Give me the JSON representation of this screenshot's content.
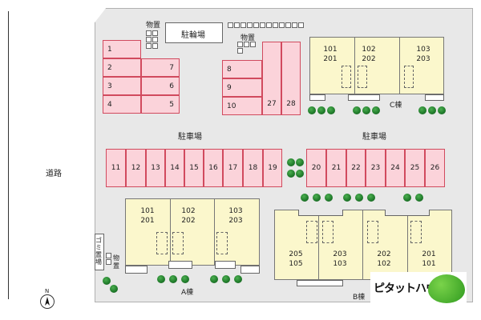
{
  "road_label": "道路",
  "storage_label_top": "物置",
  "storage_label_top2": "物置",
  "bicycle_label": "駐輪場",
  "parking_label_left": "駐車場",
  "parking_label_right": "駐車場",
  "garbage_label": "ゴミ置場",
  "storage_label_a": "物置",
  "compass_label": "N",
  "logo_text": "ピタットハウス",
  "building_c": {
    "name": "C棟",
    "units": [
      {
        "top": "101",
        "bottom": "201"
      },
      {
        "top": "102",
        "bottom": "202"
      },
      {
        "top": "103",
        "bottom": "203"
      }
    ]
  },
  "building_a": {
    "name": "A棟",
    "units": [
      {
        "top": "101",
        "bottom": "201"
      },
      {
        "top": "102",
        "bottom": "202"
      },
      {
        "top": "103",
        "bottom": "203"
      }
    ]
  },
  "building_b": {
    "name": "B棟",
    "units": [
      {
        "top": "205",
        "bottom": "105"
      },
      {
        "top": "203",
        "bottom": "103"
      },
      {
        "top": "202",
        "bottom": "102"
      },
      {
        "top": "201",
        "bottom": "101"
      }
    ]
  },
  "parking_left_single": [
    "1"
  ],
  "parking_left_pairs": [
    {
      "a": "2",
      "b": "7"
    },
    {
      "a": "3",
      "b": "6"
    },
    {
      "a": "4",
      "b": "5"
    }
  ],
  "parking_mid": [
    "8",
    "9",
    "10"
  ],
  "parking_mid_vertical": [
    "27",
    "28"
  ],
  "parking_row_left": [
    "11",
    "12",
    "13",
    "14",
    "15",
    "16",
    "17",
    "18",
    "19"
  ],
  "parking_row_right": [
    "20",
    "21",
    "22",
    "23",
    "24",
    "25",
    "26"
  ]
}
